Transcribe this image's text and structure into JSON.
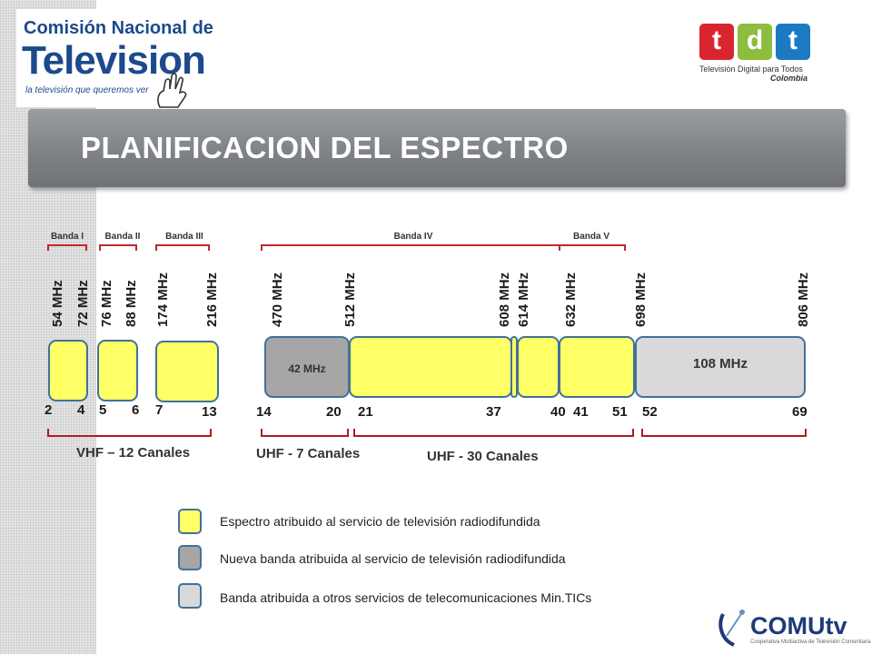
{
  "header": {
    "cntv_logo": {
      "line1": "Comisión Nacional de",
      "line2": "Television",
      "tagline": "la televisión que queremos ver"
    },
    "tdt_logo": {
      "letters": [
        "t",
        "d",
        "t"
      ],
      "colors": [
        "#d9262e",
        "#8cbd3f",
        "#1c7ac2"
      ],
      "subtitle": "Televisión Digital para Todos",
      "country": "Colombia"
    },
    "title": "PLANIFICACION DEL ESPECTRO"
  },
  "diagram": {
    "bands": [
      {
        "label": "Banda I"
      },
      {
        "label": "Banda II"
      },
      {
        "label": "Banda III"
      },
      {
        "label": "Banda IV"
      },
      {
        "label": "Banda V"
      }
    ],
    "frequencies": [
      {
        "label": "54 MHz"
      },
      {
        "label": "72 MHz"
      },
      {
        "label": "76 MHz"
      },
      {
        "label": "88 MHz"
      },
      {
        "label": "174 MHz"
      },
      {
        "label": "216 MHz"
      },
      {
        "label": "470 MHz"
      },
      {
        "label": "512 MHz"
      },
      {
        "label": "608 MHz"
      },
      {
        "label": "614 MHz"
      },
      {
        "label": "632 MHz"
      },
      {
        "label": "698 MHz"
      },
      {
        "label": "806 MHz"
      }
    ],
    "blocks": [
      {
        "name": "block-ch2-4",
        "type": "broadcast",
        "label": ""
      },
      {
        "name": "block-ch5-6",
        "type": "broadcast",
        "label": ""
      },
      {
        "name": "block-ch7-13",
        "type": "broadcast",
        "label": ""
      },
      {
        "name": "block-ch14-20",
        "type": "new",
        "label": "42 MHz"
      },
      {
        "name": "block-ch21-36",
        "type": "broadcast",
        "label": ""
      },
      {
        "name": "block-ch37",
        "type": "broadcast",
        "label": ""
      },
      {
        "name": "block-ch38-40",
        "type": "broadcast",
        "label": ""
      },
      {
        "name": "block-ch41-51",
        "type": "broadcast",
        "label": ""
      },
      {
        "name": "block-ch52-69",
        "type": "other",
        "label": "108 MHz"
      }
    ],
    "channels": [
      "2",
      "4",
      "5",
      "6",
      "7",
      "13",
      "14",
      "20",
      "21",
      "37",
      "40",
      "41",
      "51",
      "52",
      "69"
    ],
    "groups": [
      {
        "label": "VHF – 12 Canales"
      },
      {
        "label": "UHF - 7 Canales"
      },
      {
        "label": "UHF - 30 Canales"
      }
    ],
    "colors": {
      "broadcast": "#ffff66",
      "new": "#a6a6a6",
      "other": "#d9d9d9",
      "border": "#41719c",
      "bracket_red": "#c0282d",
      "bracket_dark": "#b01c1c"
    }
  },
  "legend": [
    {
      "type": "broadcast",
      "text": "Espectro atribuido al servicio de televisión radiodifundida"
    },
    {
      "type": "new",
      "text": "Nueva banda atribuida al servicio de televisión radiodifundida"
    },
    {
      "type": "other",
      "text": "Banda atribuida a otros servicios de telecomunicaciones Min.TICs"
    }
  ],
  "footer": {
    "comu_logo": {
      "text": "COMUtv",
      "subtitle": "Cooperativa Multiactiva de Televisión Comunitaria"
    }
  }
}
